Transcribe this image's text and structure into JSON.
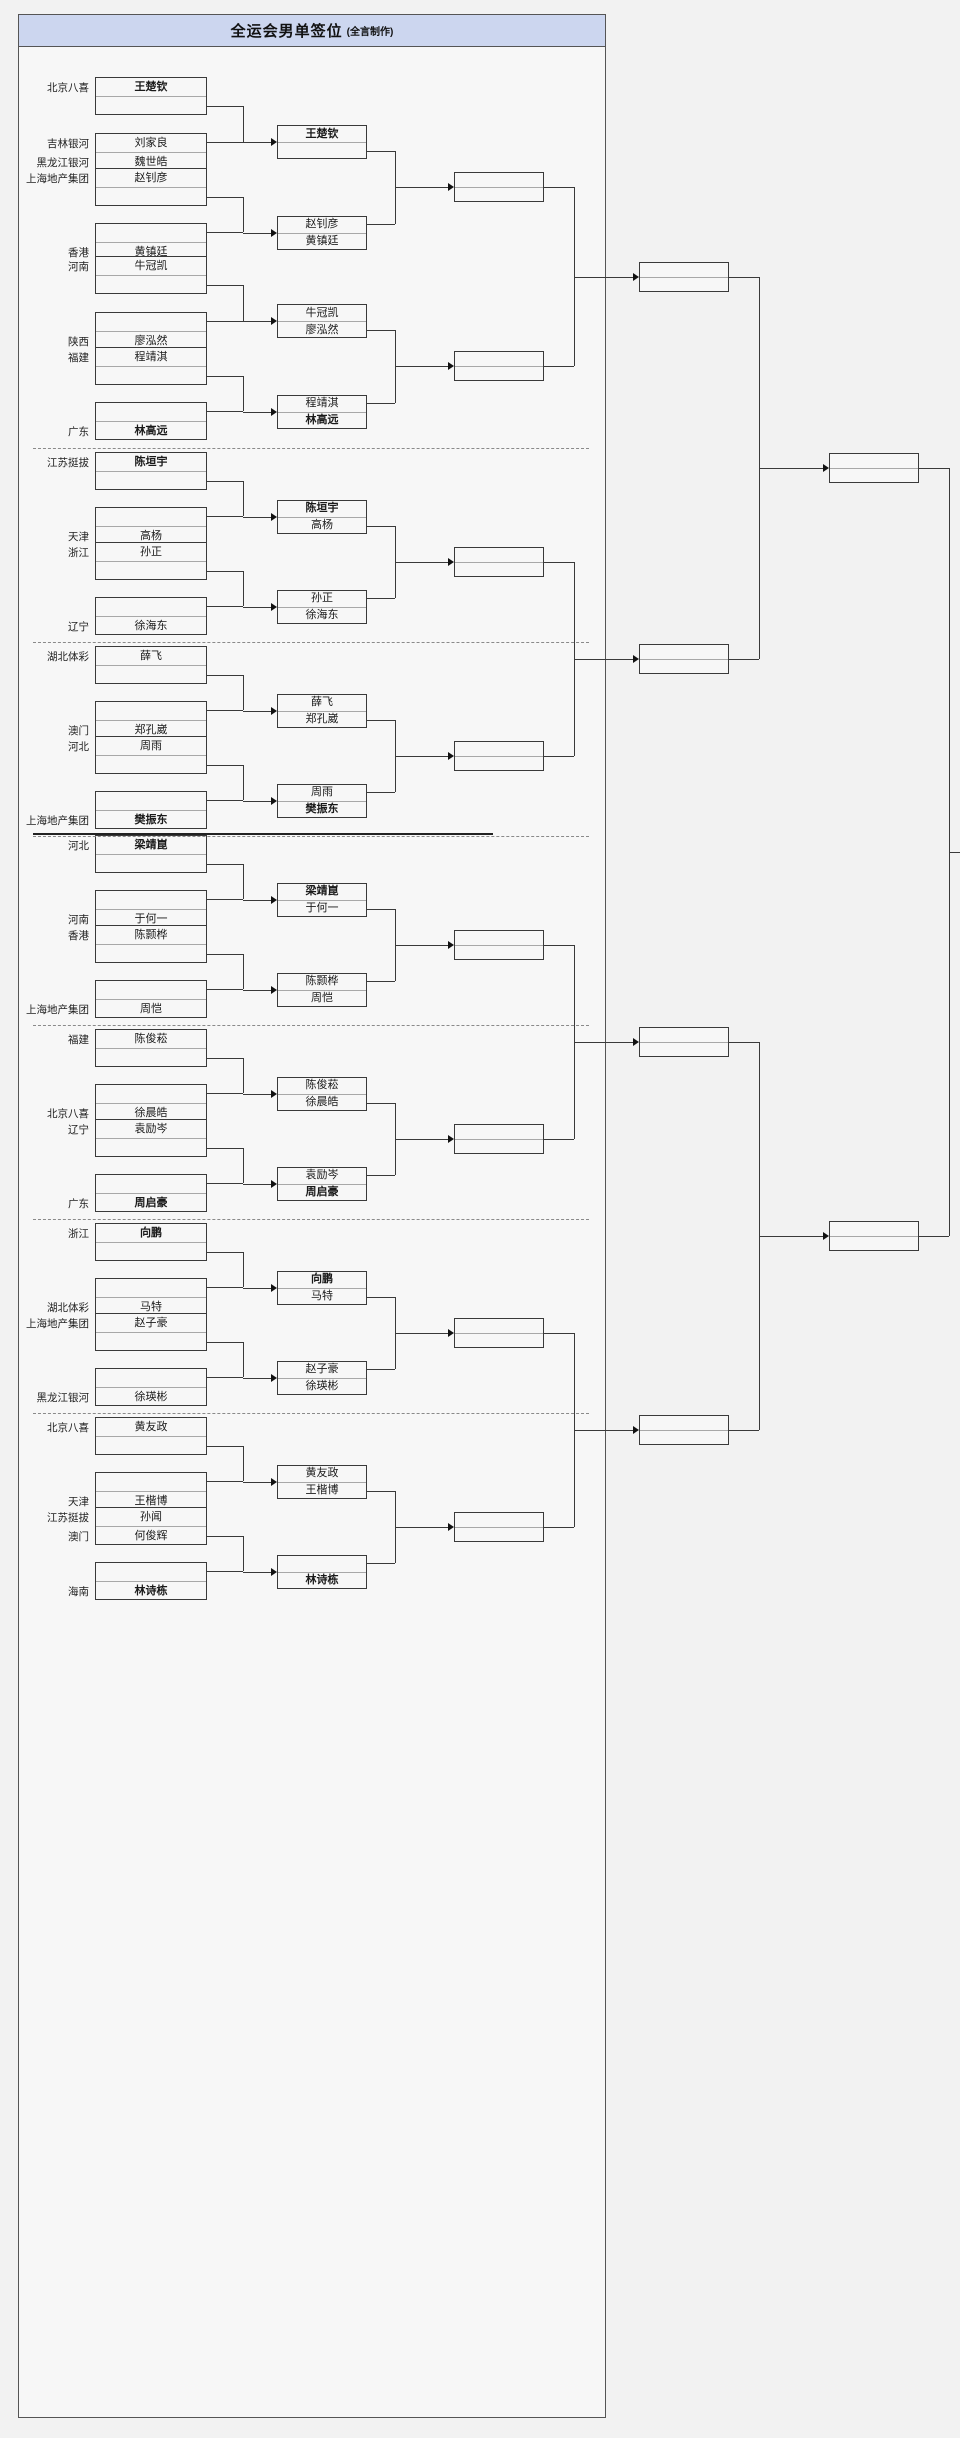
{
  "title": {
    "main": "全运会男单签位",
    "sub": "(全言制作)"
  },
  "accent_color": "#ccd6ef",
  "line_color": "#3a3a3a",
  "round1": [
    {
      "team_top": "北京八喜",
      "team_bot": "",
      "name_top": "王楚钦",
      "name_bot": "",
      "seed_top": true,
      "seed_bot": false
    },
    {
      "team_top": "吉林银河",
      "team_bot": "黑龙江银河",
      "name_top": "刘家良",
      "name_bot": "魏世皓",
      "seed_top": false,
      "seed_bot": false
    },
    {
      "team_top": "上海地产集团",
      "team_bot": "",
      "name_top": "赵钊彦",
      "name_bot": "",
      "seed_top": false,
      "seed_bot": false
    },
    {
      "team_top": "",
      "team_bot": "香港",
      "name_top": "",
      "name_bot": "黄镇廷",
      "seed_top": false,
      "seed_bot": false
    },
    {
      "team_top": "河南",
      "team_bot": "",
      "name_top": "牛冠凯",
      "name_bot": "",
      "seed_top": false,
      "seed_bot": false
    },
    {
      "team_top": "",
      "team_bot": "陕西",
      "name_top": "",
      "name_bot": "廖泓然",
      "seed_top": false,
      "seed_bot": false
    },
    {
      "team_top": "福建",
      "team_bot": "",
      "name_top": "程靖淇",
      "name_bot": "",
      "seed_top": false,
      "seed_bot": false
    },
    {
      "team_top": "",
      "team_bot": "广东",
      "name_top": "",
      "name_bot": "林高远",
      "seed_top": false,
      "seed_bot": true
    },
    {
      "team_top": "江苏挺拔",
      "team_bot": "",
      "name_top": "陈垣宇",
      "name_bot": "",
      "seed_top": true,
      "seed_bot": false
    },
    {
      "team_top": "",
      "team_bot": "天津",
      "name_top": "",
      "name_bot": "高杨",
      "seed_top": false,
      "seed_bot": false
    },
    {
      "team_top": "浙江",
      "team_bot": "",
      "name_top": "孙正",
      "name_bot": "",
      "seed_top": false,
      "seed_bot": false
    },
    {
      "team_top": "",
      "team_bot": "辽宁",
      "name_top": "",
      "name_bot": "徐海东",
      "seed_top": false,
      "seed_bot": false
    },
    {
      "team_top": "湖北体彩",
      "team_bot": "",
      "name_top": "薛飞",
      "name_bot": "",
      "seed_top": false,
      "seed_bot": false
    },
    {
      "team_top": "",
      "team_bot": "澳门",
      "name_top": "",
      "name_bot": "郑孔崴",
      "seed_top": false,
      "seed_bot": false
    },
    {
      "team_top": "河北",
      "team_bot": "",
      "name_top": "周雨",
      "name_bot": "",
      "seed_top": false,
      "seed_bot": false
    },
    {
      "team_top": "",
      "team_bot": "上海地产集团",
      "name_top": "",
      "name_bot": "樊振东",
      "seed_top": false,
      "seed_bot": true
    },
    {
      "team_top": "河北",
      "team_bot": "",
      "name_top": "梁靖崑",
      "name_bot": "",
      "seed_top": true,
      "seed_bot": false
    },
    {
      "team_top": "",
      "team_bot": "河南",
      "name_top": "",
      "name_bot": "于何一",
      "seed_top": false,
      "seed_bot": false
    },
    {
      "team_top": "香港",
      "team_bot": "",
      "name_top": "陈颢桦",
      "name_bot": "",
      "seed_top": false,
      "seed_bot": false
    },
    {
      "team_top": "",
      "team_bot": "上海地产集团",
      "name_top": "",
      "name_bot": "周恺",
      "seed_top": false,
      "seed_bot": false
    },
    {
      "team_top": "福建",
      "team_bot": "",
      "name_top": "陈俊菘",
      "name_bot": "",
      "seed_top": false,
      "seed_bot": false
    },
    {
      "team_top": "",
      "team_bot": "北京八喜",
      "name_top": "",
      "name_bot": "徐晨皓",
      "seed_top": false,
      "seed_bot": false
    },
    {
      "team_top": "辽宁",
      "team_bot": "",
      "name_top": "袁励岑",
      "name_bot": "",
      "seed_top": false,
      "seed_bot": false
    },
    {
      "team_top": "",
      "team_bot": "广东",
      "name_top": "",
      "name_bot": "周启豪",
      "seed_top": false,
      "seed_bot": true
    },
    {
      "team_top": "浙江",
      "team_bot": "",
      "name_top": "向鹏",
      "name_bot": "",
      "seed_top": true,
      "seed_bot": false
    },
    {
      "team_top": "",
      "team_bot": "湖北体彩",
      "name_top": "",
      "name_bot": "马特",
      "seed_top": false,
      "seed_bot": false
    },
    {
      "team_top": "上海地产集团",
      "team_bot": "",
      "name_top": "赵子豪",
      "name_bot": "",
      "seed_top": false,
      "seed_bot": false
    },
    {
      "team_top": "",
      "team_bot": "黑龙江银河",
      "name_top": "",
      "name_bot": "徐瑛彬",
      "seed_top": false,
      "seed_bot": false
    },
    {
      "team_top": "北京八喜",
      "team_bot": "",
      "name_top": "黄友政",
      "name_bot": "",
      "seed_top": false,
      "seed_bot": false
    },
    {
      "team_top": "",
      "team_bot": "天津",
      "name_top": "",
      "name_bot": "王楷博",
      "seed_top": false,
      "seed_bot": false
    },
    {
      "team_top": "江苏挺拔",
      "team_bot": "澳门",
      "name_top": "孙闻",
      "name_bot": "何俊辉",
      "seed_top": false,
      "seed_bot": false
    },
    {
      "team_top": "",
      "team_bot": "海南",
      "name_top": "",
      "name_bot": "林诗栋",
      "seed_top": false,
      "seed_bot": true
    }
  ],
  "round2": [
    {
      "name_top": "王楚钦",
      "name_bot": "",
      "seed_top": true,
      "seed_bot": false
    },
    {
      "name_top": "赵钊彦",
      "name_bot": "黄镇廷",
      "seed_top": false,
      "seed_bot": false
    },
    {
      "name_top": "牛冠凯",
      "name_bot": "廖泓然",
      "seed_top": false,
      "seed_bot": false
    },
    {
      "name_top": "程靖淇",
      "name_bot": "林高远",
      "seed_top": false,
      "seed_bot": true
    },
    {
      "name_top": "陈垣宇",
      "name_bot": "高杨",
      "seed_top": true,
      "seed_bot": false
    },
    {
      "name_top": "孙正",
      "name_bot": "徐海东",
      "seed_top": false,
      "seed_bot": false
    },
    {
      "name_top": "薛飞",
      "name_bot": "郑孔崴",
      "seed_top": false,
      "seed_bot": false
    },
    {
      "name_top": "周雨",
      "name_bot": "樊振东",
      "seed_top": false,
      "seed_bot": true
    },
    {
      "name_top": "梁靖崑",
      "name_bot": "于何一",
      "seed_top": true,
      "seed_bot": false
    },
    {
      "name_top": "陈颢桦",
      "name_bot": "周恺",
      "seed_top": false,
      "seed_bot": false
    },
    {
      "name_top": "陈俊菘",
      "name_bot": "徐晨皓",
      "seed_top": false,
      "seed_bot": false
    },
    {
      "name_top": "袁励岑",
      "name_bot": "周启豪",
      "seed_top": false,
      "seed_bot": true
    },
    {
      "name_top": "向鹏",
      "name_bot": "马特",
      "seed_top": true,
      "seed_bot": false
    },
    {
      "name_top": "赵子豪",
      "name_bot": "徐瑛彬",
      "seed_top": false,
      "seed_bot": false
    },
    {
      "name_top": "黄友政",
      "name_bot": "王楷博",
      "seed_top": false,
      "seed_bot": false
    },
    {
      "name_top": "",
      "name_bot": "林诗栋",
      "seed_top": false,
      "seed_bot": true
    }
  ],
  "round3": [
    {
      "name_top": "",
      "name_bot": ""
    },
    {
      "name_top": "",
      "name_bot": ""
    },
    {
      "name_top": "",
      "name_bot": ""
    },
    {
      "name_top": "",
      "name_bot": ""
    },
    {
      "name_top": "",
      "name_bot": ""
    },
    {
      "name_top": "",
      "name_bot": ""
    },
    {
      "name_top": "",
      "name_bot": ""
    },
    {
      "name_top": "",
      "name_bot": ""
    }
  ],
  "round4": [
    {
      "name_top": "",
      "name_bot": ""
    },
    {
      "name_top": "",
      "name_bot": ""
    },
    {
      "name_top": "",
      "name_bot": ""
    },
    {
      "name_top": "",
      "name_bot": ""
    }
  ],
  "round5": [
    {
      "name_top": "",
      "name_bot": ""
    },
    {
      "name_top": "",
      "name_bot": ""
    }
  ],
  "final": [
    {
      "name_top": "",
      "name_bot": ""
    }
  ]
}
